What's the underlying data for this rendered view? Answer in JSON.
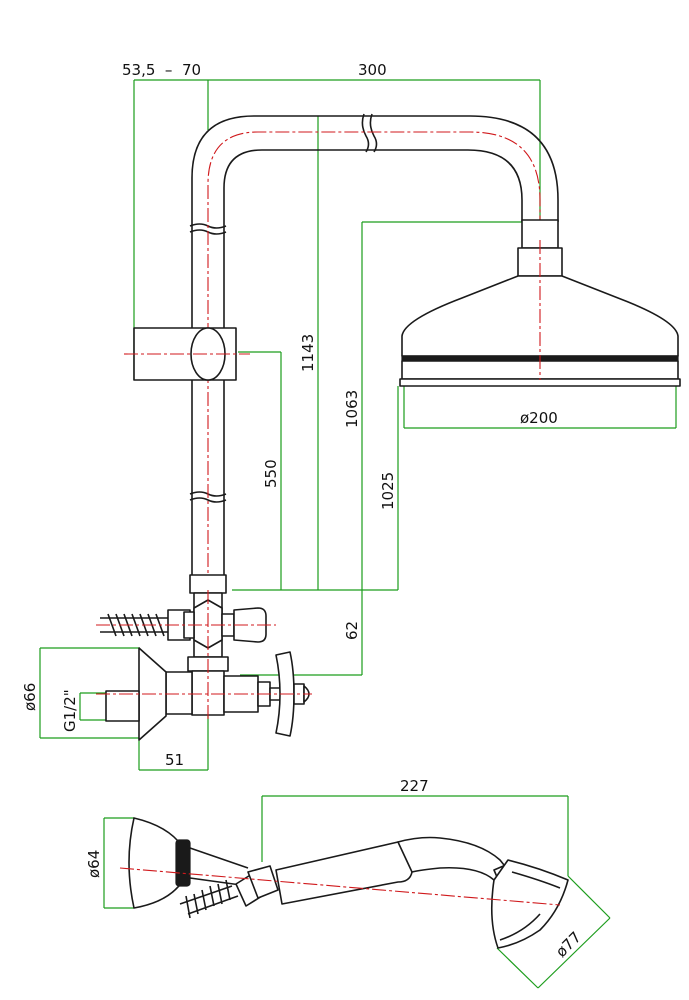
{
  "dimensions": {
    "bar_offset": "53,5  –  70",
    "arm_reach": "300",
    "overall_height": "1143",
    "head_height": "1063",
    "head_underside": "1025",
    "slider_height": "550",
    "valve_drop": "62",
    "head_diameter": "ø200",
    "flange_diameter": "ø66",
    "inlet_thread": "G1/2\"",
    "wall_projection": "51",
    "handset_length": "227",
    "holder_diameter": "ø64",
    "handset_head_diameter": "ø77"
  },
  "colors": {
    "outline": "#1a1a1a",
    "centerline": "#d0191c",
    "dimension": "#1c9d1c"
  }
}
